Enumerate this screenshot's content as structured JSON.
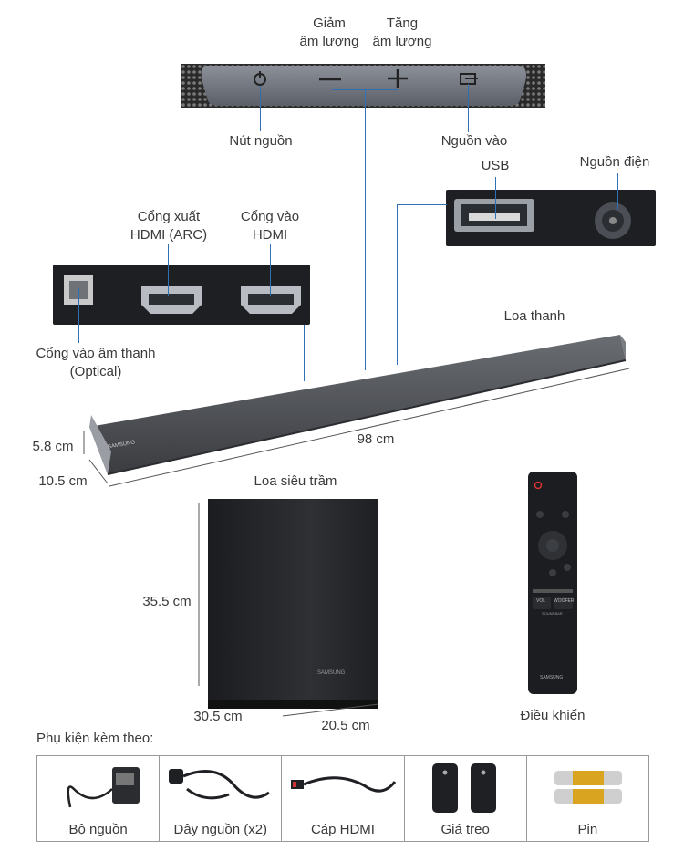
{
  "top_panel": {
    "vol_down": "Giảm\nâm lượng",
    "vol_up": "Tăng\nâm lượng",
    "power": "Nút nguồn",
    "source": "Nguồn vào"
  },
  "usb_panel": {
    "usb": "USB",
    "power_in": "Nguồn điện"
  },
  "hdmi_panel": {
    "hdmi_out": "Cổng xuất\nHDMI (ARC)",
    "hdmi_in": "Cổng vào\nHDMI",
    "optical": "Cổng vào âm thanh\n(Optical)"
  },
  "soundbar": {
    "label": "Loa thanh",
    "height": "5.8 cm",
    "depth": "10.5 cm",
    "width": "98 cm",
    "brand": "SAMSUNG"
  },
  "subwoofer": {
    "label": "Loa siêu trầm",
    "height": "35.5 cm",
    "depth": "30.5 cm",
    "width": "20.5 cm",
    "brand": "SAMSUNG"
  },
  "remote": {
    "label": "Điều khiển",
    "vol": "VOL",
    "woofer": "WOOFER",
    "soundbar": "SOUNDBAR",
    "brand": "SAMSUNG"
  },
  "accessories": {
    "title": "Phụ kiện kèm theo:",
    "items": [
      "Bộ nguồn",
      "Dây nguồn (x2)",
      "Cáp HDMI",
      "Giá treo",
      "Pin"
    ]
  },
  "colors": {
    "pointer_line": "#2f6fb3",
    "panel": "#1d1f23",
    "label_text": "#3a3a3a"
  }
}
